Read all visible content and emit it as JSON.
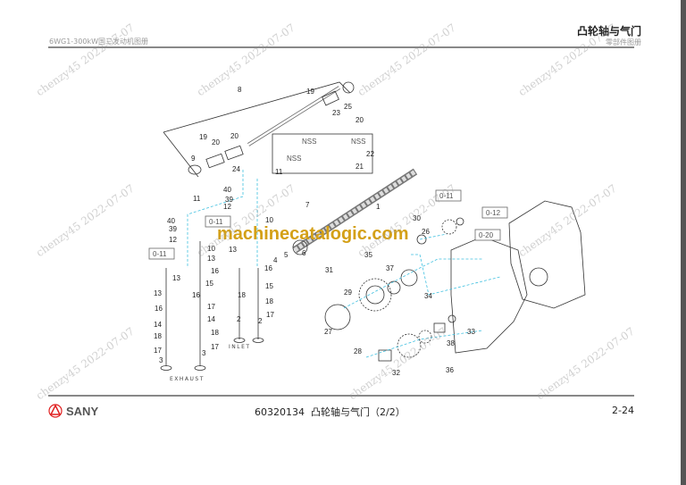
{
  "header": {
    "manual_title": "6WG1-300kW国三发动机图册",
    "section_title": "凸轮轴与气门",
    "subtitle": "零部件图册"
  },
  "footer": {
    "brand": "SANY",
    "part_code": "60320134",
    "caption": "凸轮轴与气门（2/2）",
    "page": "2-24"
  },
  "watermarks": {
    "user": "chenzy45 2022-07-07",
    "site": "machinecatalogic.com"
  },
  "diagram": {
    "callouts": [
      "8",
      "19",
      "25",
      "23",
      "20",
      "22",
      "21",
      "19",
      "20",
      "20",
      "9",
      "24",
      "11",
      "40",
      "39",
      "12",
      "11",
      "7",
      "1",
      "40",
      "39",
      "12",
      "10",
      "13",
      "5",
      "6",
      "4",
      "10",
      "13",
      "16",
      "15",
      "18",
      "17",
      "2",
      "13",
      "16",
      "14",
      "18",
      "17",
      "3",
      "13",
      "16",
      "14",
      "18",
      "17",
      "3",
      "16",
      "15",
      "18",
      "17",
      "2",
      "35",
      "37",
      "31",
      "29",
      "27",
      "30",
      "26",
      "34",
      "33",
      "38",
      "36",
      "28",
      "32"
    ],
    "nss": [
      "NSS",
      "NSS",
      "NSS"
    ],
    "refs": [
      "0-11",
      "0-11",
      "0-11",
      "0-12",
      "0-20"
    ],
    "inlet_label": "INLET",
    "exhaust_label": "EXHAUST"
  },
  "colors": {
    "leader": "#e06060",
    "centerline": "#40c0e0",
    "brand": "#e02020"
  }
}
